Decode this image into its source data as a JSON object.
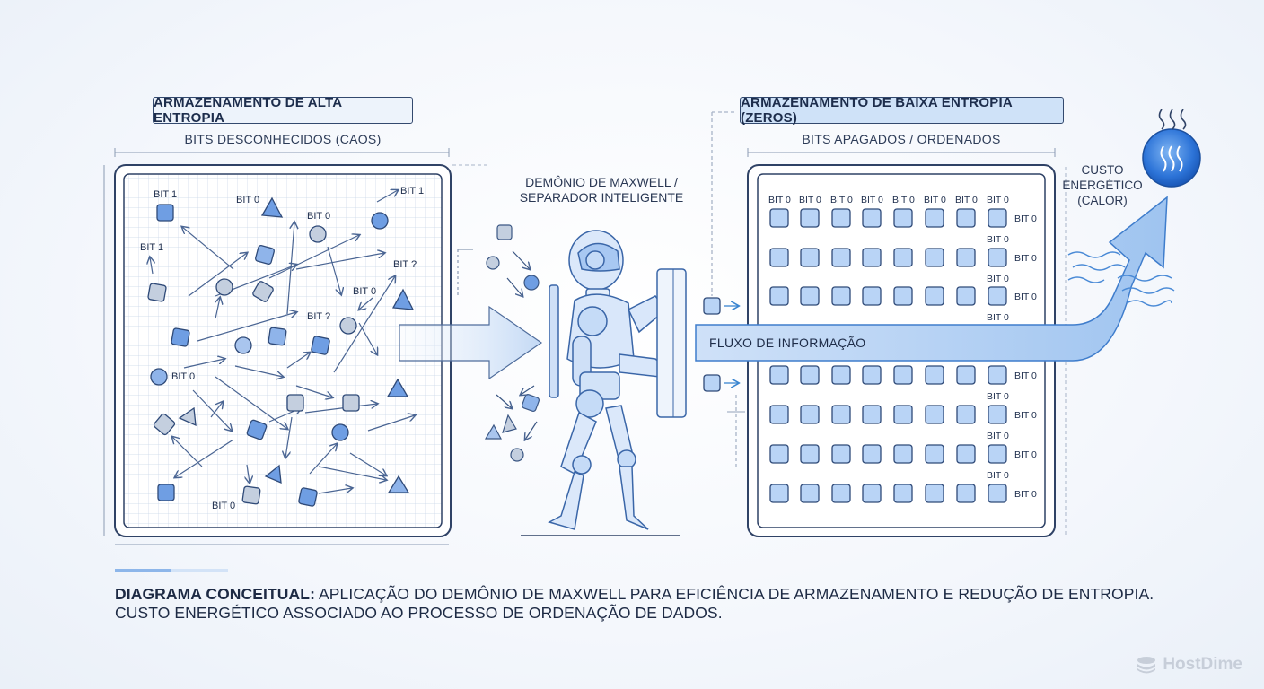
{
  "left_panel": {
    "title": "ARMAZENAMENTO DE ALTA ENTROPIA",
    "subtitle": "BITS DESCONHECIDOS (CAOS)",
    "bit_labels": [
      {
        "text": "BIT 1"
      },
      {
        "text": "BIT 0"
      },
      {
        "text": "BIT 1"
      },
      {
        "text": "BIT 0"
      },
      {
        "text": "BIT 1"
      },
      {
        "text": "BIT ?"
      },
      {
        "text": "BIT 0"
      },
      {
        "text": "BIT ?"
      },
      {
        "text": "BIT 0"
      },
      {
        "text": "BIT 0"
      }
    ]
  },
  "demon": {
    "label_line1": "DEMÔNIO DE MAXWELL /",
    "label_line2": "SEPARADOR INTELIGENTE"
  },
  "right_panel": {
    "title": "ARMAZENAMENTO DE BAIXA ENTROPIA (ZEROS)",
    "subtitle": "BITS APAGADOS / ORDENADOS",
    "bit_label": "BIT 0"
  },
  "flow": {
    "label": "FLUXO DE INFORMAÇÃO"
  },
  "heat": {
    "line1": "CUSTO",
    "line2": "ENERGÉTICO",
    "line3": "(CALOR)"
  },
  "caption": {
    "bold": "DIAGRAMA CONCEITUAL:",
    "line1": " APLICAÇÃO DO DEMÔNIO DE MAXWELL PARA EFICIÊNCIA DE ARMAZENAMENTO E REDUÇÃO DE ENTROPIA.",
    "line2": "CUSTO ENERGÉTICO ASSOCIADO AO PROCESSO DE ORDENAÇÃO DE DADOS."
  },
  "logo": {
    "text": "HostDime"
  },
  "colors": {
    "accent": "#3f80d8",
    "light_accent": "#b9d4f6",
    "ink": "#1d2d4c"
  }
}
